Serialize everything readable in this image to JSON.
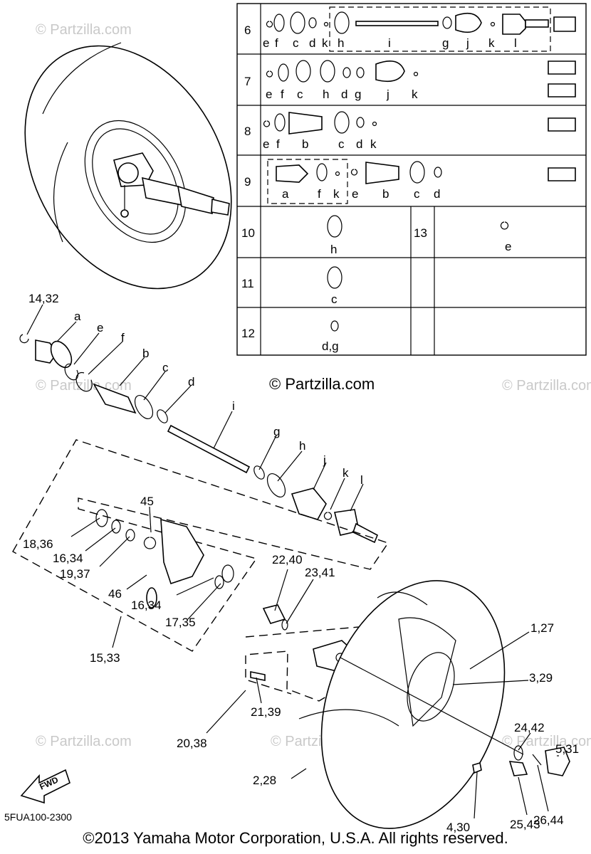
{
  "diagram": {
    "code": "5FUA100-2300",
    "copyright": "©2013  Yamaha Motor Corporation, U.S.A. All rights reserved.",
    "partzilla_main": "© Partzilla.com",
    "watermark": "© Partzilla.com",
    "callouts": {
      "c14_32": "14,32",
      "a": "a",
      "e": "e",
      "f": "f",
      "b": "b",
      "c": "c",
      "d": "d",
      "i": "i",
      "g": "g",
      "h": "h",
      "j": "j",
      "k": "k",
      "l": "l",
      "c45": "45",
      "c18_36": "18,36",
      "c16_34a": "16,34",
      "c19_37": "19,37",
      "c46": "46",
      "c16_34b": "16,34",
      "c17_35": "17,35",
      "c15_33": "15,33",
      "c22_40": "22,40",
      "c23_41": "23,41",
      "c1_27": "1,27",
      "c3_29": "3,29",
      "c21_39": "21,39",
      "c20_38": "20,38",
      "c2_28": "2,28",
      "c24_42": "24,42",
      "c5_31": "5,31",
      "c4_30": "4,30",
      "c25_43": "25,43",
      "c26_44": "26,44"
    },
    "fwd": "FWD"
  },
  "kit_table": {
    "rows": [
      {
        "num": "6",
        "letters": [
          "e",
          "f",
          "c",
          "d",
          "k",
          "h",
          "i",
          "g",
          "j",
          "k",
          "l"
        ]
      },
      {
        "num": "7",
        "letters": [
          "e",
          "f",
          "c",
          "h",
          "d",
          "g",
          "j",
          "k"
        ]
      },
      {
        "num": "8",
        "letters": [
          "e",
          "f",
          "b",
          "c",
          "d",
          "k"
        ]
      },
      {
        "num": "9",
        "letters": [
          "a",
          "f",
          "k",
          "e",
          "b",
          "c",
          "d"
        ]
      },
      {
        "num": "10",
        "letters": [
          "h"
        ]
      },
      {
        "num": "11",
        "letters": [
          "c"
        ]
      },
      {
        "num": "12",
        "letters": [
          "d,g"
        ]
      },
      {
        "num": "13",
        "letters": [
          "e"
        ]
      }
    ]
  }
}
